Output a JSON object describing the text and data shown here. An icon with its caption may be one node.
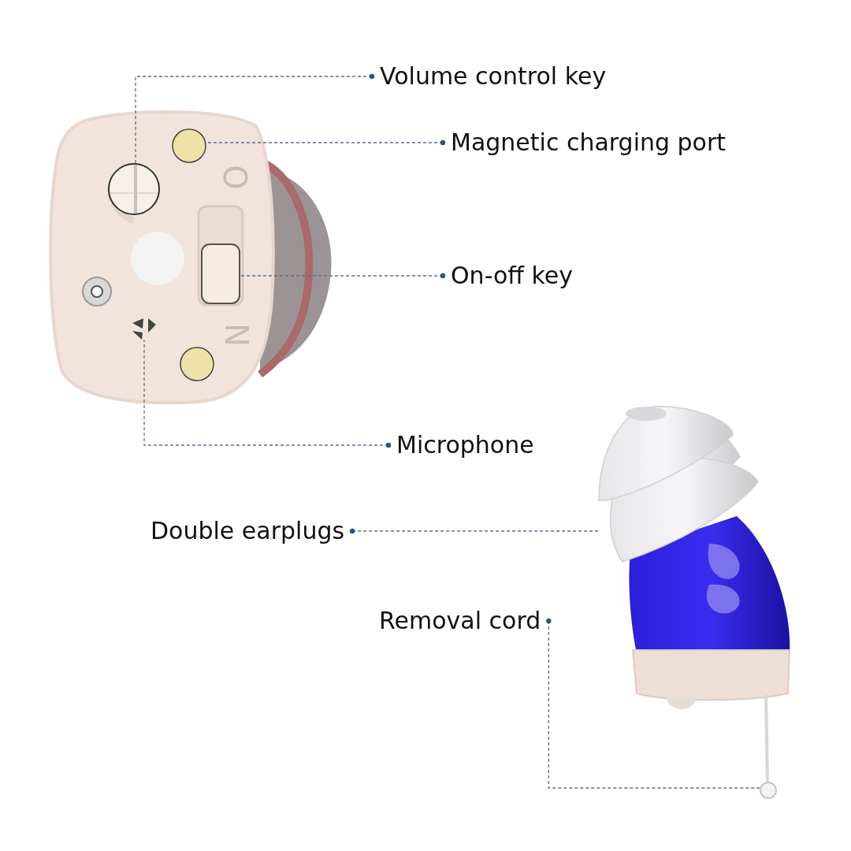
{
  "diagram": {
    "nodes": [
      {
        "text": [
          "Volume control key"
        ]
      },
      {
        "text": [
          "Magnetic charging port"
        ]
      },
      {
        "text": [
          "On-off key"
        ]
      },
      {
        "text": [
          "Microphone"
        ]
      },
      {
        "text": [
          "Double earplugs"
        ]
      },
      {
        "text": [
          "Removal cord"
        ]
      },
      {
        "text": [],
        "shape": "circle"
      },
      {
        "text": [],
        "shape": "circle"
      },
      {
        "text": [],
        "shape": "box"
      },
      {
        "text": [],
        "shape": "picture"
      },
      {
        "text": [],
        "shape": "picture"
      },
      {
        "text": [],
        "shape": "circle"
      }
    ],
    "edges": [
      {
        "from": 0,
        "to": 6,
        "arrow": "other",
        "style": "dashed"
      },
      {
        "from": 1,
        "to": 7,
        "arrow": "other",
        "style": "dashed"
      },
      {
        "from": 2,
        "to": 8,
        "arrow": "other",
        "style": "dashed"
      },
      {
        "from": 3,
        "to": 9,
        "arrow": "other",
        "style": "dashed"
      },
      {
        "from": 4,
        "to": 10,
        "arrow": "other",
        "style": "dashed"
      },
      {
        "from": 5,
        "to": 11,
        "arrow": "other",
        "style": "dashed"
      }
    ],
    "labels": [
      "O",
      "N"
    ]
  }
}
